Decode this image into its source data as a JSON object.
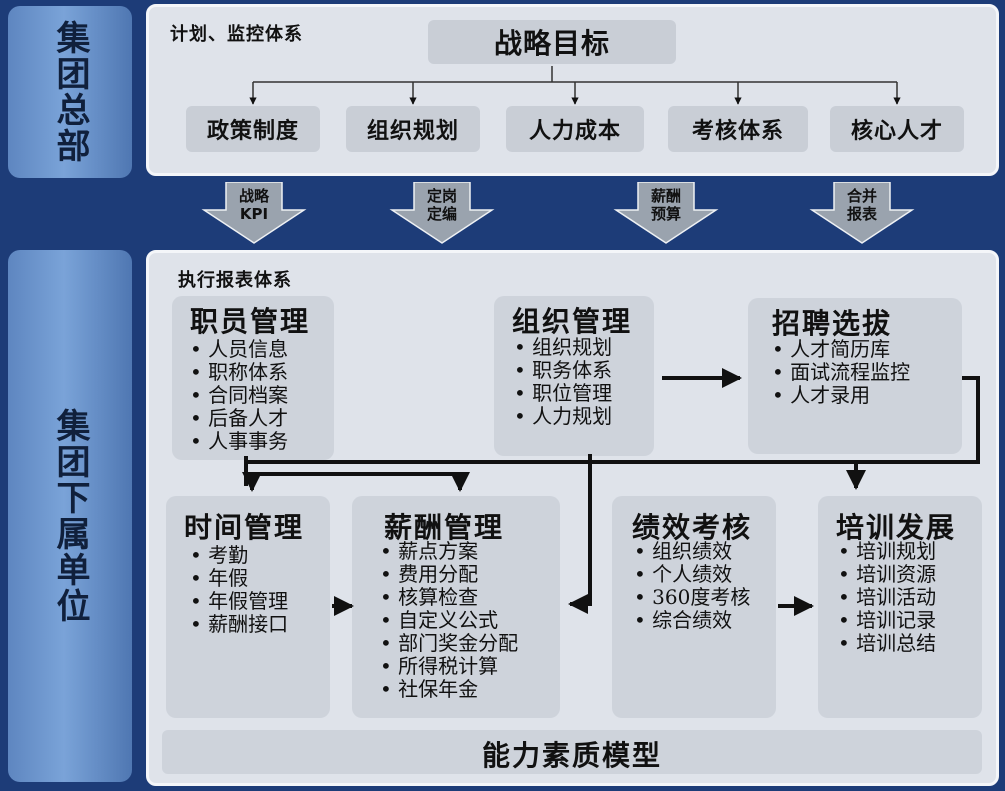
{
  "sidebar": {
    "headquarters": "集团总部",
    "subsidiaries": "集团下属单位"
  },
  "top_panel": {
    "label": "计划、监控体系",
    "goal": "战略目标",
    "items": [
      "政策制度",
      "组织规划",
      "人力成本",
      "考核体系",
      "核心人才"
    ]
  },
  "flows": [
    {
      "line1": "战略",
      "line2": "KPI"
    },
    {
      "line1": "定岗",
      "line2": "定编"
    },
    {
      "line1": "薪酬",
      "line2": "预算"
    },
    {
      "line1": "合并",
      "line2": "报表"
    }
  ],
  "bottom_panel": {
    "label": "执行报表体系",
    "footer": "能力素质模型",
    "modules": {
      "staff": {
        "title": "职员管理",
        "items": [
          "人员信息",
          "职称体系",
          "合同档案",
          "后备人才",
          "人事事务"
        ]
      },
      "org": {
        "title": "组织管理",
        "items": [
          "组织规划",
          "职务体系",
          "职位管理",
          "人力规划"
        ]
      },
      "recruit": {
        "title": "招聘选拔",
        "items": [
          "人才简历库",
          "面试流程监控",
          "人才录用"
        ]
      },
      "time": {
        "title": "时间管理",
        "items": [
          "考勤",
          "年假",
          "年假管理",
          "薪酬接口"
        ]
      },
      "salary": {
        "title": "薪酬管理",
        "items": [
          "薪点方案",
          "费用分配",
          "核算检查",
          "自定义公式",
          "部门奖金分配",
          "所得税计算",
          "社保年金"
        ]
      },
      "perf": {
        "title": "绩效考核",
        "items": [
          "组织绩效",
          "个人绩效",
          "360度考核",
          "综合绩效"
        ]
      },
      "training": {
        "title": "培训发展",
        "items": [
          "培训规划",
          "培训资源",
          "培训活动",
          "培训记录",
          "培训总结"
        ]
      }
    }
  },
  "colors": {
    "background": "#1d3c78",
    "sidebar": "#6a93cc",
    "panel": "#dfe3ea",
    "box": "#ced3db",
    "arrow": "#9aa3ae"
  }
}
